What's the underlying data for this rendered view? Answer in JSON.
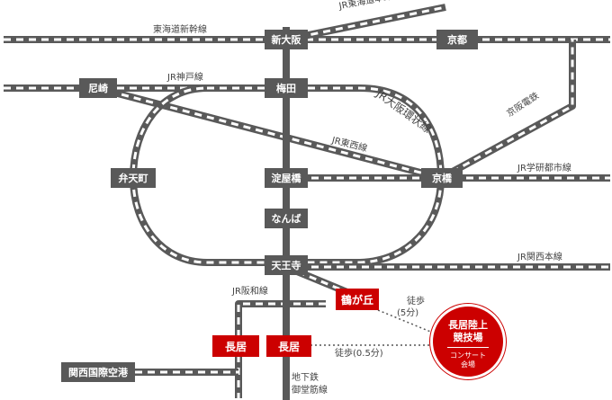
{
  "colors": {
    "rail": "#595959",
    "station": "#595959",
    "highlight": "#cc0000",
    "walk": "#555555"
  },
  "stations": {
    "shin_osaka": "新大阪",
    "kyoto": "京都",
    "amagasaki": "尼崎",
    "umeda": "梅田",
    "bentencho": "弁天町",
    "yodoyabashi": "淀屋橋",
    "kyobashi": "京橋",
    "namba": "なんば",
    "tennoji": "天王寺",
    "tsurugaoka": "鶴が丘",
    "nagai_jr": "長居",
    "nagai_subway": "長居",
    "kix": "関西国際空港"
  },
  "lines": {
    "tokaido_shinkansen": "東海道新幹線",
    "jr_tokaido": "JR東海道本線",
    "jr_kobe": "JR神戸線",
    "jr_loop": "JR大阪環状線",
    "keihan": "京阪電鉄",
    "jr_tozai": "JR東西線",
    "jr_gakken": "JR学研都市線",
    "jr_kansai": "JR関西本線",
    "jr_hanwa": "JR阪和線",
    "midosuji_1": "地下鉄",
    "midosuji_2": "御堂筋線"
  },
  "walks": {
    "from_tsurugaoka": "徒歩",
    "from_tsurugaoka_time": "(5分)",
    "from_nagai": "徒歩(0.5分)"
  },
  "venue": {
    "name_1": "長居陸上",
    "name_2": "競技場",
    "tag_1": "コンサート",
    "tag_2": "会場"
  }
}
